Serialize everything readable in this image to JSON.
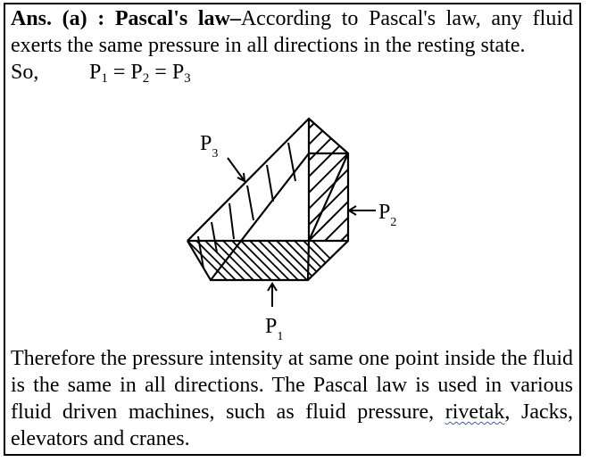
{
  "answer": {
    "prefix": "Ans. (a) : Pascal's law",
    "dash": "–",
    "intro": "According to Pascal's law, any fluid exerts the same pressure in all directions in the resting state.",
    "so_label": "So,",
    "equation": {
      "p": "P",
      "s1": "1",
      "s2": "2",
      "s3": "3",
      "eq": " = "
    }
  },
  "figure": {
    "label_p1": "P",
    "label_p1_sub": "1",
    "label_p2": "P",
    "label_p2_sub": "2",
    "label_p3": "P",
    "label_p3_sub": "3"
  },
  "conclusion": {
    "text_before": "Therefore the pressure intensity at same one point inside the fluid is the same in all directions. The Pascal law is used in various fluid driven machines, such as fluid pressure, ",
    "squiggle_word": "rivetak",
    "text_after": ", Jacks, elevators and cranes."
  }
}
